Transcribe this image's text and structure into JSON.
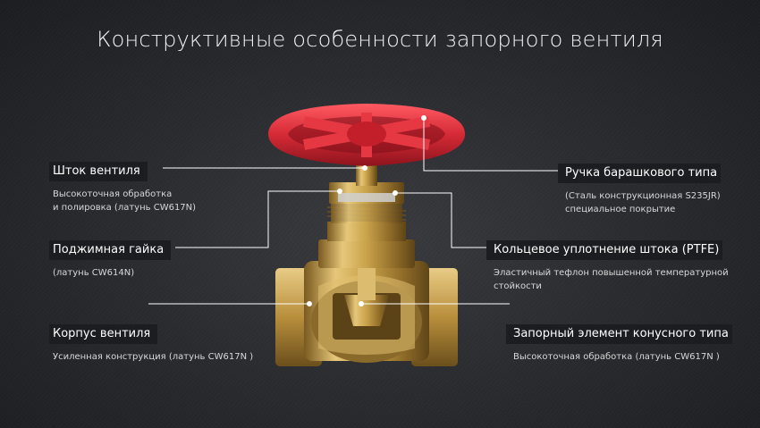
{
  "title": "Конструктивные особенности запорного вентиля",
  "callouts": {
    "stem": {
      "name": "Шток вентиля",
      "desc1": "Высокоточная обработка",
      "desc2": "и полировка (латунь CW617N)"
    },
    "handle": {
      "name": "Ручка барашкового типа",
      "desc1": "(Сталь конструкционная S235JR)",
      "desc2": "специальное покрытие"
    },
    "gland_nut": {
      "name": "Поджимная гайка",
      "desc1": "(латунь CW614N)"
    },
    "stem_seal": {
      "name": "Кольцевое уплотнение штока (PTFE)",
      "desc1": "Эластичный тефлон повышенной температурной",
      "desc2": "стойкости"
    },
    "body": {
      "name": "Корпус вентиля",
      "desc1": "Усиленная конструкция (латунь CW617N )"
    },
    "shutoff": {
      "name": "Запорный элемент конусного типа",
      "desc1": "Высокоточная обработка (латунь CW617N )"
    }
  },
  "colors": {
    "background": "#2b2c30",
    "handwheel": "#d42a36",
    "brass": "#c9a24a",
    "leader_line": "#ffffff",
    "label_bg": "#1c1d20"
  }
}
